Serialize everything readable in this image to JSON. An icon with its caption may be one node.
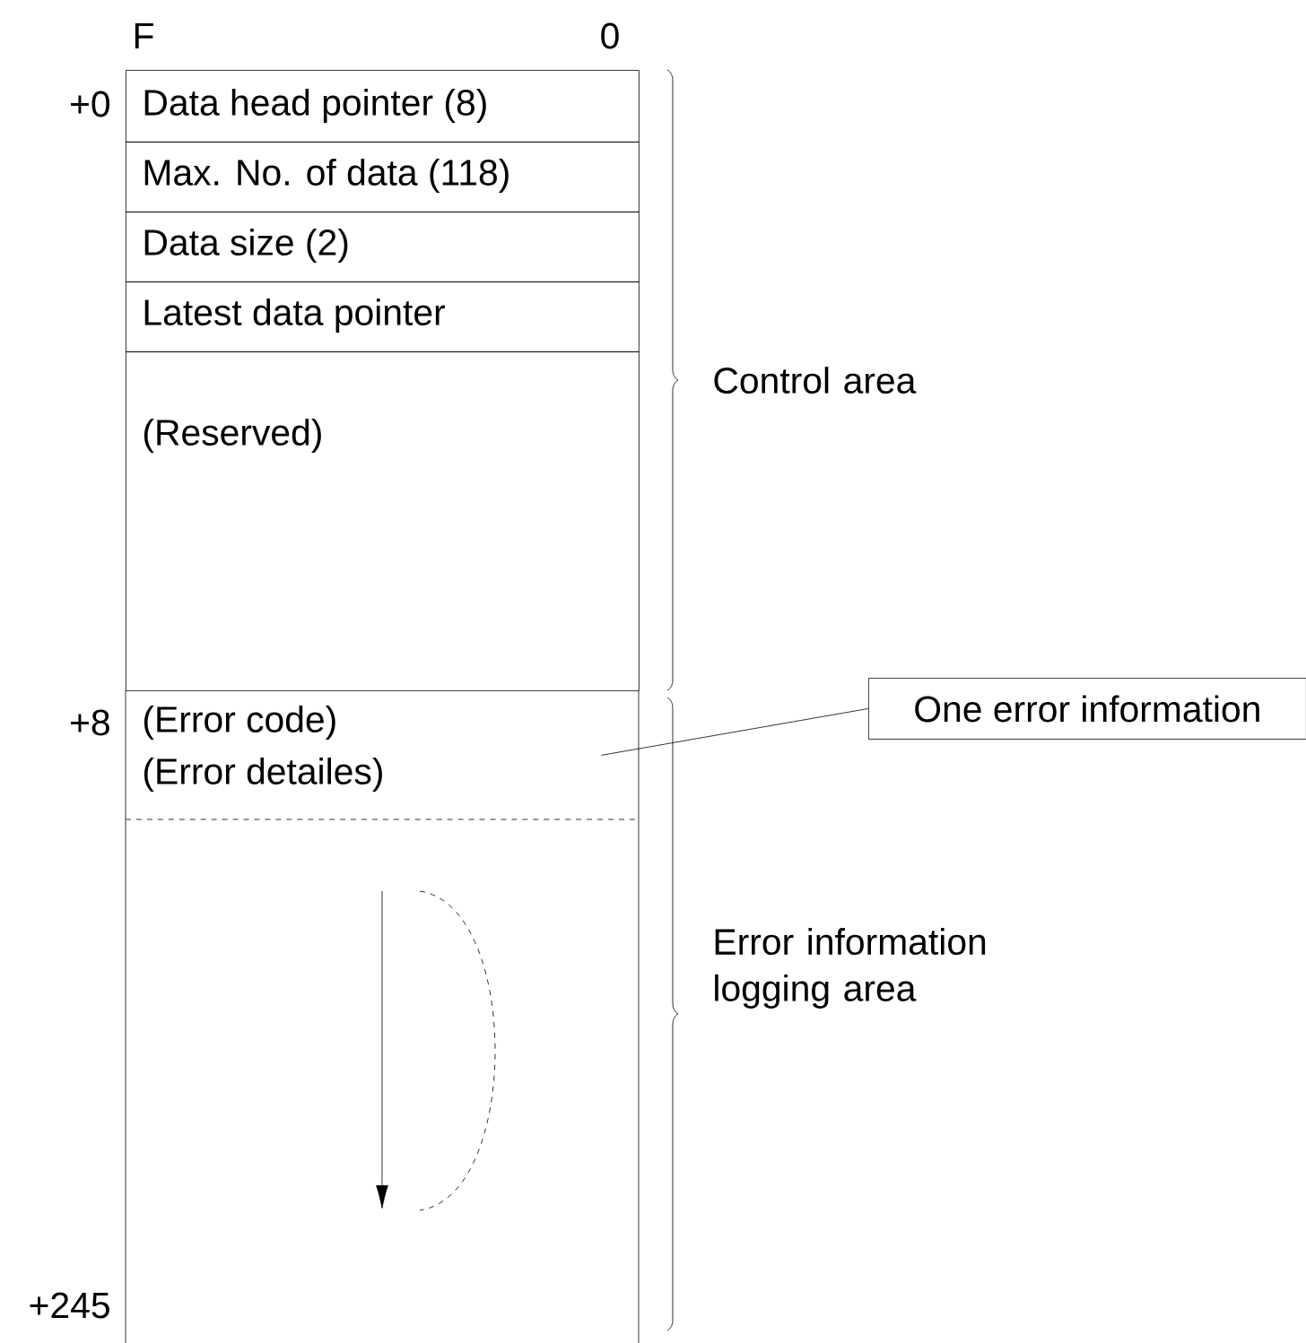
{
  "diagram": {
    "nodes": [
      {
        "text": [
          "Data head pointer (8)"
        ]
      },
      {
        "text": [
          "Max. No. of data (118)"
        ]
      },
      {
        "text": [
          "Data size (2)"
        ]
      },
      {
        "text": [
          "Latest data pointer"
        ]
      },
      {
        "text": [
          "(Reserved)"
        ]
      },
      {
        "text": [
          "(Error code)",
          "(Error detailes)"
        ]
      },
      {
        "text": [],
        "shape": "box"
      },
      {
        "text": [
          "One error information"
        ]
      }
    ],
    "edges": [
      {
        "from": 7,
        "to": 5,
        "arrow": "none"
      }
    ],
    "labels": [
      "F",
      "0",
      "+0",
      "Control area",
      "+8",
      "Error information logging area",
      "+245"
    ]
  }
}
